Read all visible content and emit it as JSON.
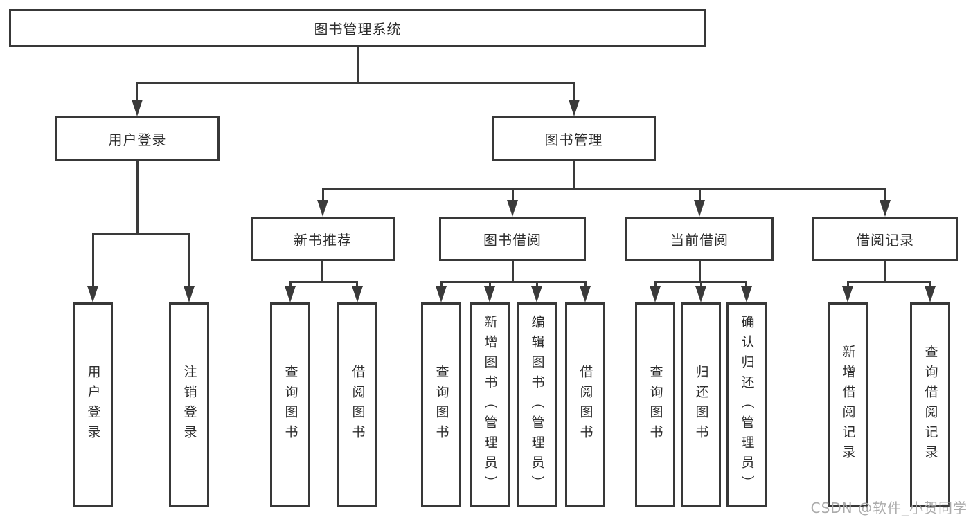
{
  "tree": {
    "root": {
      "label": "图书管理系统"
    },
    "user_login": {
      "label": "用户登录",
      "children": {
        "login": {
          "label": "用户登录"
        },
        "logout": {
          "label": "注销登录"
        }
      }
    },
    "book_mgmt": {
      "label": "图书管理",
      "children": {
        "new_book_rec": {
          "label": "新书推荐",
          "children": {
            "query_book": {
              "label": "查询图书"
            },
            "borrow_book": {
              "label": "借阅图书"
            }
          }
        },
        "book_borrow": {
          "label": "图书借阅",
          "children": {
            "query_book": {
              "label": "查询图书"
            },
            "add_book": {
              "label": "新增图书（管理员）"
            },
            "edit_book": {
              "label": "编辑图书（管理员）"
            },
            "borrow_book": {
              "label": "借阅图书"
            }
          }
        },
        "current_borrow": {
          "label": "当前借阅",
          "children": {
            "query_book": {
              "label": "查询图书"
            },
            "return_book": {
              "label": "归还图书"
            },
            "confirm_return": {
              "label": "确认归还（管理员）"
            }
          }
        },
        "borrow_record": {
          "label": "借阅记录",
          "children": {
            "add_record": {
              "label": "新增借阅记录"
            },
            "query_record": {
              "label": "查询借阅记录"
            }
          }
        }
      }
    }
  },
  "watermark": {
    "text": "CSDN @软件_小贺同学"
  },
  "colors": {
    "line": "#3a3a3a",
    "box_border": "#383838",
    "box_background": "#ffffff",
    "text": "#2d2d2d",
    "watermark": "#ababab",
    "page_background": "#ffffff"
  }
}
